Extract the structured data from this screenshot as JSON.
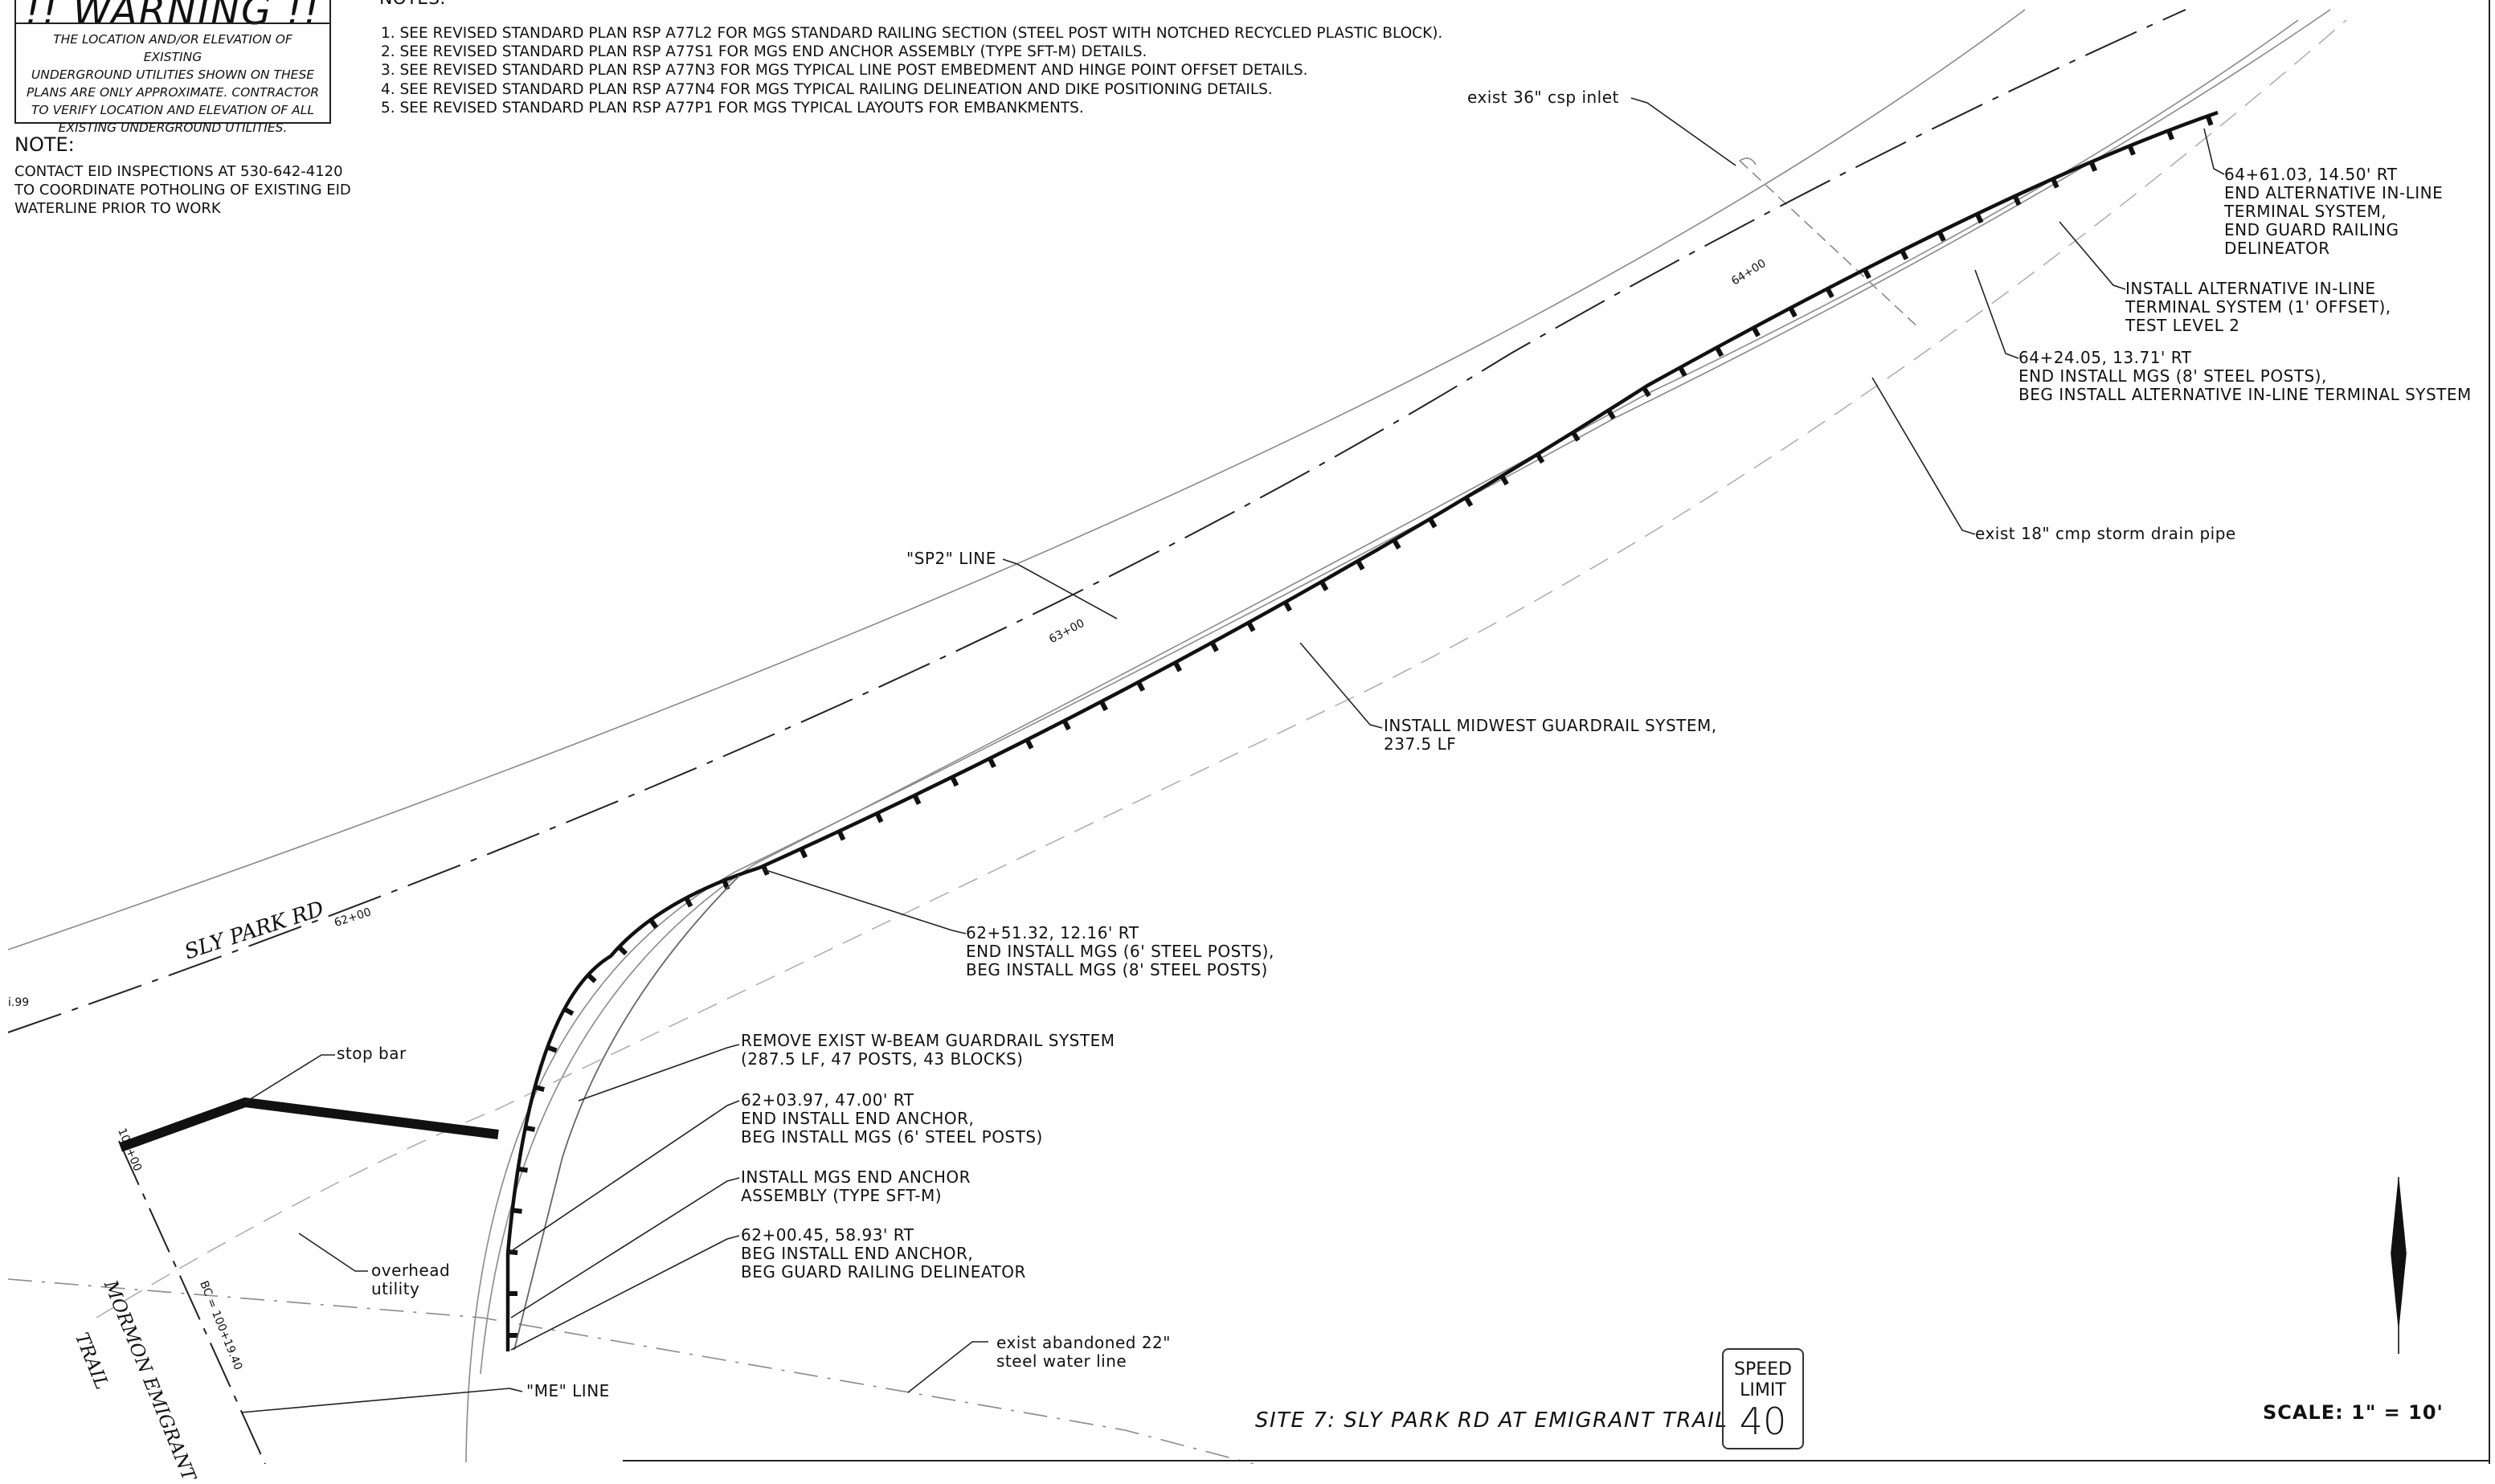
{
  "warning": {
    "title": "!! WARNING !!",
    "lines": [
      "THE LOCATION AND/OR ELEVATION OF EXISTING",
      "UNDERGROUND UTILITIES SHOWN ON THESE",
      "PLANS ARE ONLY APPROXIMATE.  CONTRACTOR",
      "TO VERIFY LOCATION AND ELEVATION OF ALL",
      "EXISTING UNDERGROUND UTILITIES."
    ]
  },
  "notes": {
    "title": "NOTES:",
    "items": [
      "1.  SEE REVISED STANDARD PLAN RSP A77L2 FOR MGS STANDARD RAILING SECTION (STEEL POST WITH NOTCHED RECYCLED PLASTIC BLOCK).",
      "2.  SEE REVISED STANDARD PLAN RSP A77S1 FOR MGS END ANCHOR ASSEMBLY (TYPE SFT-M) DETAILS.",
      "3.  SEE REVISED STANDARD PLAN RSP A77N3 FOR MGS TYPICAL LINE POST EMBEDMENT AND HINGE POINT OFFSET DETAILS.",
      "4.  SEE REVISED STANDARD PLAN RSP A77N4 FOR MGS TYPICAL RAILING DELINEATION AND DIKE POSITIONING DETAILS.",
      "5.  SEE REVISED STANDARD PLAN RSP A77P1 FOR MGS TYPICAL LAYOUTS FOR EMBANKMENTS."
    ]
  },
  "note": {
    "title": "NOTE:",
    "lines": [
      "CONTACT EID INSPECTIONS AT 530-642-4120",
      "TO COORDINATE POTHOLING OF EXISTING EID",
      "WATERLINE PRIOR TO WORK"
    ]
  },
  "callouts": {
    "csp_inlet": [
      "exist 36\" csp inlet"
    ],
    "end_terminal": [
      "64+61.03, 14.50' RT",
      "END ALTERNATIVE IN-LINE",
      "TERMINAL SYSTEM,",
      "END GUARD RAILING",
      "DELINEATOR"
    ],
    "install_terminal": [
      "INSTALL ALTERNATIVE IN-LINE",
      "TERMINAL SYSTEM (1' OFFSET),",
      "TEST LEVEL 2"
    ],
    "sta_6424": [
      "64+24.05, 13.71' RT",
      "END INSTALL MGS (8' STEEL POSTS),",
      "BEG INSTALL ALTERNATIVE IN-LINE TERMINAL SYSTEM"
    ],
    "storm_drain": [
      "exist 18\" cmp storm drain pipe"
    ],
    "sp2_line": [
      "\"SP2\" LINE"
    ],
    "midwest": [
      "INSTALL MIDWEST GUARDRAIL SYSTEM,",
      "237.5 LF"
    ],
    "sta_6251": [
      "62+51.32, 12.16' RT",
      "END INSTALL MGS (6' STEEL POSTS),",
      "BEG INSTALL MGS (8' STEEL POSTS)"
    ],
    "remove": [
      "REMOVE EXIST W-BEAM GUARDRAIL SYSTEM",
      "(287.5 LF, 47 POSTS, 43 BLOCKS)"
    ],
    "sta_6203": [
      "62+03.97, 47.00' RT",
      "END INSTALL END ANCHOR,",
      "BEG INSTALL MGS (6' STEEL POSTS)"
    ],
    "anchor": [
      "INSTALL MGS END ANCHOR",
      "ASSEMBLY (TYPE SFT-M)"
    ],
    "sta_6200": [
      "62+00.45, 58.93' RT",
      "BEG INSTALL END ANCHOR,",
      "BEG GUARD RAILING DELINEATOR"
    ],
    "stop_bar": [
      "stop bar"
    ],
    "overhead": [
      "overhead",
      "utility"
    ],
    "water_line": [
      "exist abandoned 22\"",
      "steel water line"
    ],
    "me_line": [
      "\"ME\" LINE"
    ]
  },
  "roads": {
    "sly_park": "SLY PARK RD",
    "mormon_1": "MORMON EMIGRANT",
    "mormon_2": "TRAIL"
  },
  "stations": {
    "s62": "62+00",
    "s63": "63+00",
    "s64": "64+00",
    "bc": "BC = 100+19.40",
    "s100": "100+00",
    "edge": "i.99"
  },
  "title_block": {
    "site_title": "SITE 7:  SLY PARK RD AT EMIGRANT TRAIL",
    "sign_top_1": "SPEED",
    "sign_top_2": "LIMIT",
    "sign_number": "40",
    "scale": "SCALE:  1\" = 10'"
  }
}
